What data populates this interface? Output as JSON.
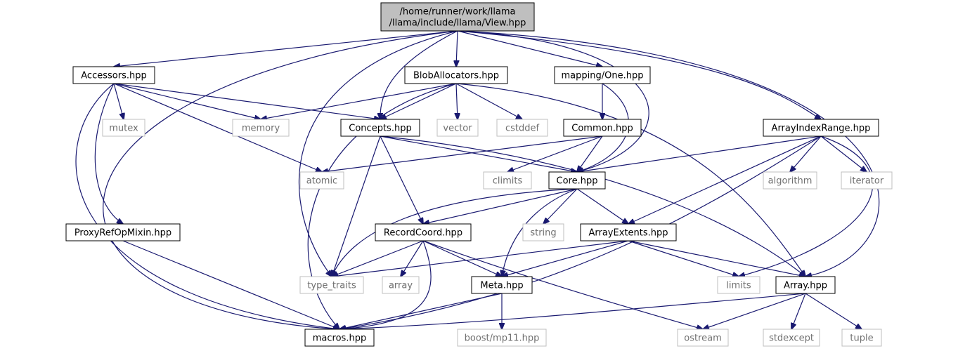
{
  "colors": {
    "edge": "#191970",
    "root_fill": "#bfbfbf",
    "local_border": "#000000",
    "external_border": "#bfbfbf",
    "external_text": "#6f6f6f"
  },
  "nodes": [
    {
      "id": "view",
      "kind": "root",
      "lines": [
        "/home/runner/work/llama",
        "/llama/include/llama/View.hpp"
      ]
    },
    {
      "id": "accessors",
      "kind": "local",
      "lines": [
        "Accessors.hpp"
      ]
    },
    {
      "id": "blob",
      "kind": "local",
      "lines": [
        "BlobAllocators.hpp"
      ]
    },
    {
      "id": "mapping_one",
      "kind": "local",
      "lines": [
        "mapping/One.hpp"
      ]
    },
    {
      "id": "mutex",
      "kind": "external",
      "lines": [
        "mutex"
      ]
    },
    {
      "id": "memory",
      "kind": "external",
      "lines": [
        "memory"
      ]
    },
    {
      "id": "concepts",
      "kind": "local",
      "lines": [
        "Concepts.hpp"
      ]
    },
    {
      "id": "vector",
      "kind": "external",
      "lines": [
        "vector"
      ]
    },
    {
      "id": "cstddef",
      "kind": "external",
      "lines": [
        "cstddef"
      ]
    },
    {
      "id": "common",
      "kind": "local",
      "lines": [
        "Common.hpp"
      ]
    },
    {
      "id": "arrayindexrange",
      "kind": "local",
      "lines": [
        "ArrayIndexRange.hpp"
      ]
    },
    {
      "id": "atomic",
      "kind": "external",
      "lines": [
        "atomic"
      ]
    },
    {
      "id": "climits",
      "kind": "external",
      "lines": [
        "climits"
      ]
    },
    {
      "id": "core",
      "kind": "local",
      "lines": [
        "Core.hpp"
      ]
    },
    {
      "id": "algorithm",
      "kind": "external",
      "lines": [
        "algorithm"
      ]
    },
    {
      "id": "iterator",
      "kind": "external",
      "lines": [
        "iterator"
      ]
    },
    {
      "id": "proxyref",
      "kind": "local",
      "lines": [
        "ProxyRefOpMixin.hpp"
      ]
    },
    {
      "id": "recordcoord",
      "kind": "local",
      "lines": [
        "RecordCoord.hpp"
      ]
    },
    {
      "id": "string",
      "kind": "external",
      "lines": [
        "string"
      ]
    },
    {
      "id": "arrayextents",
      "kind": "local",
      "lines": [
        "ArrayExtents.hpp"
      ]
    },
    {
      "id": "type_traits",
      "kind": "external",
      "lines": [
        "type_traits"
      ]
    },
    {
      "id": "array",
      "kind": "external",
      "lines": [
        "array"
      ]
    },
    {
      "id": "meta",
      "kind": "local",
      "lines": [
        "Meta.hpp"
      ]
    },
    {
      "id": "limits",
      "kind": "external",
      "lines": [
        "limits"
      ]
    },
    {
      "id": "arrayhpp",
      "kind": "local",
      "lines": [
        "Array.hpp"
      ]
    },
    {
      "id": "macros",
      "kind": "local",
      "lines": [
        "macros.hpp"
      ]
    },
    {
      "id": "mp11",
      "kind": "external",
      "lines": [
        "boost/mp11.hpp"
      ]
    },
    {
      "id": "ostream",
      "kind": "external",
      "lines": [
        "ostream"
      ]
    },
    {
      "id": "stdexcept",
      "kind": "external",
      "lines": [
        "stdexcept"
      ]
    },
    {
      "id": "tuple",
      "kind": "external",
      "lines": [
        "tuple"
      ]
    }
  ],
  "edges": [
    [
      "view",
      "accessors"
    ],
    [
      "view",
      "blob"
    ],
    [
      "view",
      "mapping_one"
    ],
    [
      "view",
      "concepts"
    ],
    [
      "view",
      "core"
    ],
    [
      "view",
      "arrayindexrange"
    ],
    [
      "view",
      "arrayhpp"
    ],
    [
      "view",
      "type_traits"
    ],
    [
      "view",
      "macros"
    ],
    [
      "accessors",
      "mutex"
    ],
    [
      "accessors",
      "memory"
    ],
    [
      "accessors",
      "concepts"
    ],
    [
      "accessors",
      "atomic"
    ],
    [
      "accessors",
      "proxyref"
    ],
    [
      "accessors",
      "macros"
    ],
    [
      "blob",
      "memory"
    ],
    [
      "blob",
      "concepts"
    ],
    [
      "blob",
      "vector"
    ],
    [
      "blob",
      "cstddef"
    ],
    [
      "blob",
      "arrayhpp"
    ],
    [
      "blob",
      "macros"
    ],
    [
      "mapping_one",
      "common"
    ],
    [
      "mapping_one",
      "core"
    ],
    [
      "concepts",
      "core"
    ],
    [
      "concepts",
      "recordcoord"
    ],
    [
      "concepts",
      "type_traits"
    ],
    [
      "concepts",
      "arrayhpp"
    ],
    [
      "common",
      "atomic"
    ],
    [
      "common",
      "climits"
    ],
    [
      "common",
      "core"
    ],
    [
      "arrayindexrange",
      "core"
    ],
    [
      "arrayindexrange",
      "algorithm"
    ],
    [
      "arrayindexrange",
      "iterator"
    ],
    [
      "arrayindexrange",
      "arrayextents"
    ],
    [
      "arrayindexrange",
      "limits"
    ],
    [
      "arrayindexrange",
      "macros"
    ],
    [
      "core",
      "recordcoord"
    ],
    [
      "core",
      "string"
    ],
    [
      "core",
      "arrayextents"
    ],
    [
      "core",
      "meta"
    ],
    [
      "core",
      "type_traits"
    ],
    [
      "proxyref",
      "macros"
    ],
    [
      "recordcoord",
      "type_traits"
    ],
    [
      "recordcoord",
      "array"
    ],
    [
      "recordcoord",
      "meta"
    ],
    [
      "recordcoord",
      "ostream"
    ],
    [
      "recordcoord",
      "macros"
    ],
    [
      "arrayextents",
      "type_traits"
    ],
    [
      "arrayextents",
      "meta"
    ],
    [
      "arrayextents",
      "limits"
    ],
    [
      "arrayextents",
      "arrayhpp"
    ],
    [
      "meta",
      "mp11"
    ],
    [
      "meta",
      "macros"
    ],
    [
      "arrayhpp",
      "macros"
    ],
    [
      "arrayhpp",
      "ostream"
    ],
    [
      "arrayhpp",
      "stdexcept"
    ],
    [
      "arrayhpp",
      "tuple"
    ]
  ]
}
